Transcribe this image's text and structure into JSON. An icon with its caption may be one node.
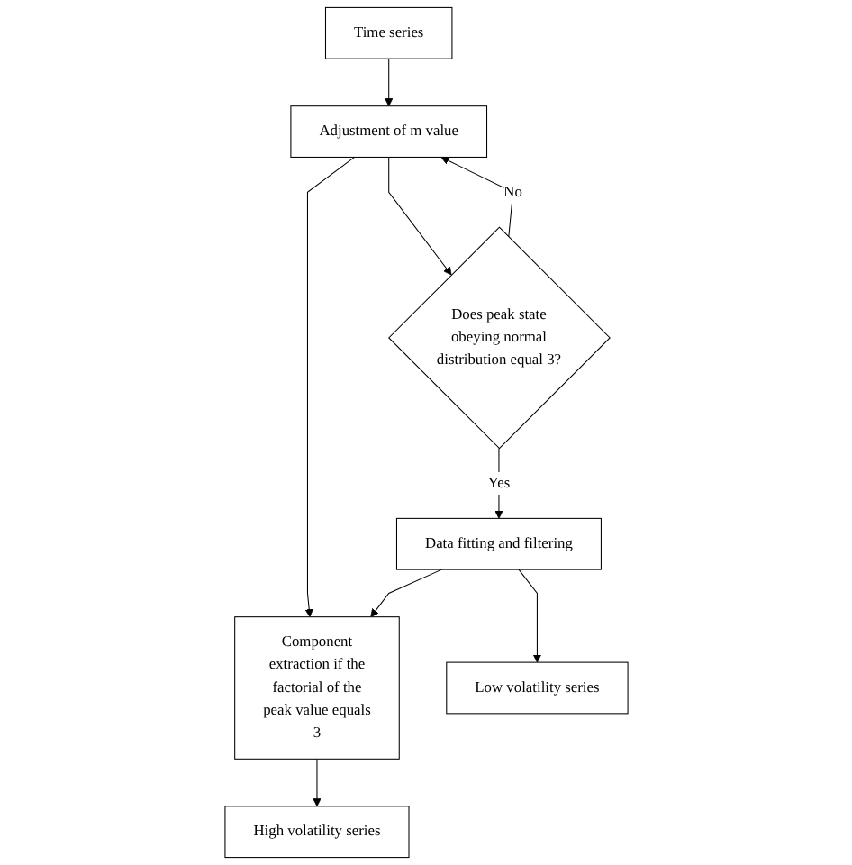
{
  "diagram": {
    "nodes": [
      {
        "text": [
          "Time series"
        ]
      },
      {
        "text": [
          "Adjustment of m value"
        ]
      },
      {
        "text": [
          "Does peak state obeying normal distribution equal 3?"
        ]
      },
      {
        "text": [
          "Data fitting and filtering"
        ]
      },
      {
        "text": [
          "Component extraction if the factorial of the peak value equals 3"
        ]
      },
      {
        "text": [
          "Low volatility series"
        ]
      },
      {
        "text": [
          "High volatility series"
        ]
      }
    ],
    "edges": [
      {
        "from": 0,
        "to": 1,
        "arrow": "to"
      },
      {
        "from": 1,
        "to": 2,
        "arrow": "to"
      },
      {
        "from": 2,
        "to": 1,
        "arrow": "to",
        "label": "No"
      },
      {
        "from": 2,
        "to": 3,
        "arrow": "to",
        "label": "Yes"
      },
      {
        "from": 1,
        "to": 4,
        "arrow": "to"
      },
      {
        "from": 3,
        "to": 4,
        "arrow": "to"
      },
      {
        "from": 3,
        "to": 5,
        "arrow": "to"
      },
      {
        "from": 4,
        "to": 6,
        "arrow": "to"
      }
    ]
  }
}
